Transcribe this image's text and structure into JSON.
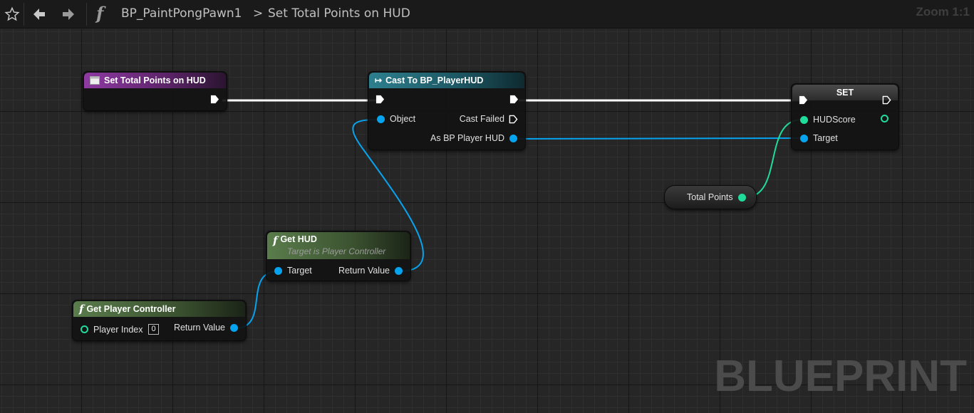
{
  "toolbar": {
    "breadcrumb_root": "BP_PaintPongPawn1",
    "breadcrumb_separator": ">",
    "breadcrumb_current": "Set Total Points on HUD",
    "zoom": "Zoom 1:1",
    "function_glyph": "f",
    "icons": [
      "star-icon",
      "back-arrow-icon",
      "forward-arrow-icon",
      "function-icon"
    ]
  },
  "watermark": "BLUEPRINT",
  "colors": {
    "exec_wire": "#ffffff",
    "object_wire": "#06a3ee",
    "int_wire": "#1fdc9b",
    "entry_header": "#7b2c8e",
    "cast_header": "#1c5f6e",
    "function_header": "#4b6b3e",
    "set_header": "#3a3a3a"
  },
  "nodes": {
    "entry": {
      "title": "Set Total Points on HUD"
    },
    "cast": {
      "title": "Cast To BP_PlayerHUD",
      "object_pin": "Object",
      "cast_failed_pin": "Cast Failed",
      "as_pin": "As BP Player HUD"
    },
    "set": {
      "title": "SET",
      "hud_score_pin": "HUDScore",
      "target_pin": "Target"
    },
    "total_points": {
      "label": "Total Points"
    },
    "get_hud": {
      "title": "Get HUD",
      "subtitle": "Target is Player Controller",
      "target_pin": "Target",
      "return_pin": "Return Value"
    },
    "get_player_controller": {
      "title": "Get Player Controller",
      "player_index_pin": "Player Index",
      "player_index_value": "0",
      "return_pin": "Return Value"
    }
  }
}
